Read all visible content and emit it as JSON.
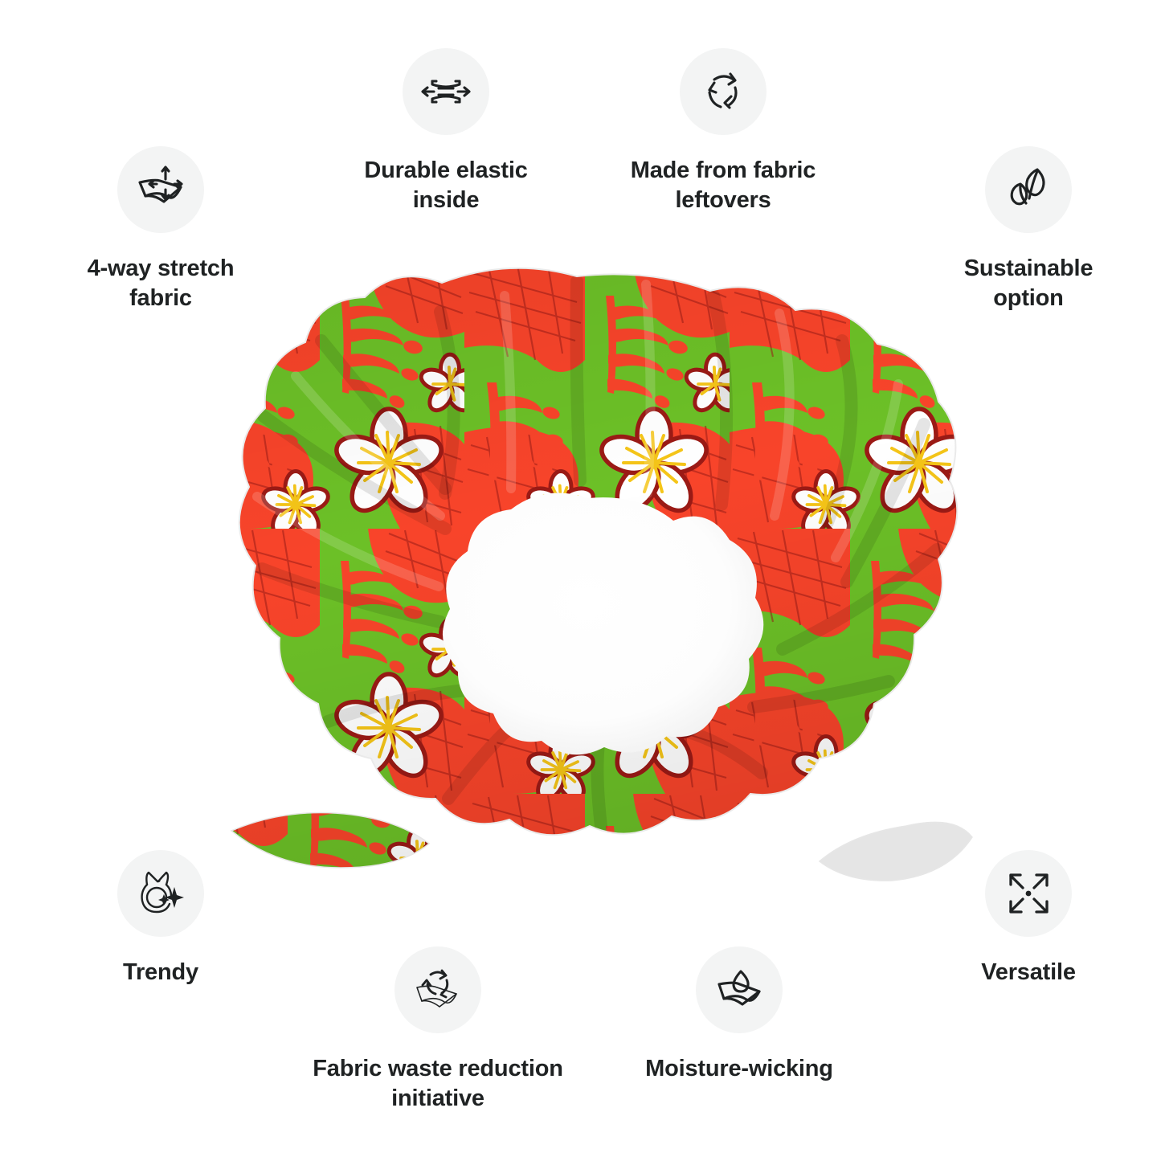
{
  "page": {
    "background_color": "#ffffff",
    "type": "product-feature-infographic"
  },
  "product": {
    "name": "printed-scrunchie",
    "description": "Knotted scrunchie hair tie with tropical print",
    "colors": {
      "green": "#6CC027",
      "red_orange": "#F8442A",
      "dark_red": "#9B1A15",
      "white": "#FFFFFF",
      "yellow": "#F5C518"
    },
    "pattern": "tropical monstera leaves and white plumeria flowers"
  },
  "theme": {
    "icon_circle_color": "#F3F4F4",
    "icon_stroke_color": "#1F2223",
    "label_text_color": "#1F2223"
  },
  "features": [
    {
      "id": "stretch",
      "icon": "four-way-stretch-icon",
      "label": "4-way stretch\nfabric"
    },
    {
      "id": "elastic",
      "icon": "elastic-stretch-icon",
      "label": "Durable elastic\ninside"
    },
    {
      "id": "leftovers",
      "icon": "recycle-arrows-icon",
      "label": "Made from fabric\nleftovers"
    },
    {
      "id": "sustainable",
      "icon": "two-leaves-icon",
      "label": "Sustainable\noption"
    },
    {
      "id": "trendy",
      "icon": "scrunchie-sparkle-icon",
      "label": "Trendy"
    },
    {
      "id": "waste",
      "icon": "recycle-fabric-icon",
      "label": "Fabric waste reduction\ninitiative"
    },
    {
      "id": "moisture",
      "icon": "water-drop-fabric-icon",
      "label": "Moisture-wicking"
    },
    {
      "id": "versatile",
      "icon": "expand-arrows-icon",
      "label": "Versatile"
    }
  ]
}
